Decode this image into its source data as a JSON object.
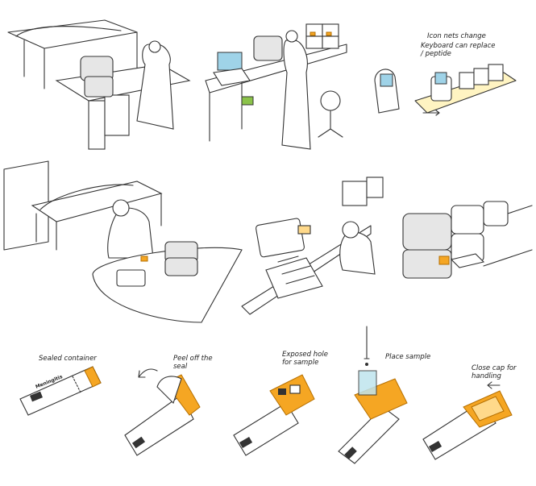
{
  "title": "Meningitis diagnostic device storyboard",
  "colors": {
    "ink": "#333333",
    "accent_orange": "#f5a623",
    "screen_blue": "#9fd3e8",
    "sheet": "#ffffff"
  },
  "annotations": {
    "icon_change": "Icon nets change",
    "keyboard_replace": "Keyboard can replace / peptide"
  },
  "product_label": "Meningitis",
  "steps": [
    {
      "label": "Sealed container"
    },
    {
      "label": "Peel off the seal"
    },
    {
      "label": "Exposed hole for sample"
    },
    {
      "label": "Place sample"
    },
    {
      "label": "Close cap for handling"
    }
  ]
}
